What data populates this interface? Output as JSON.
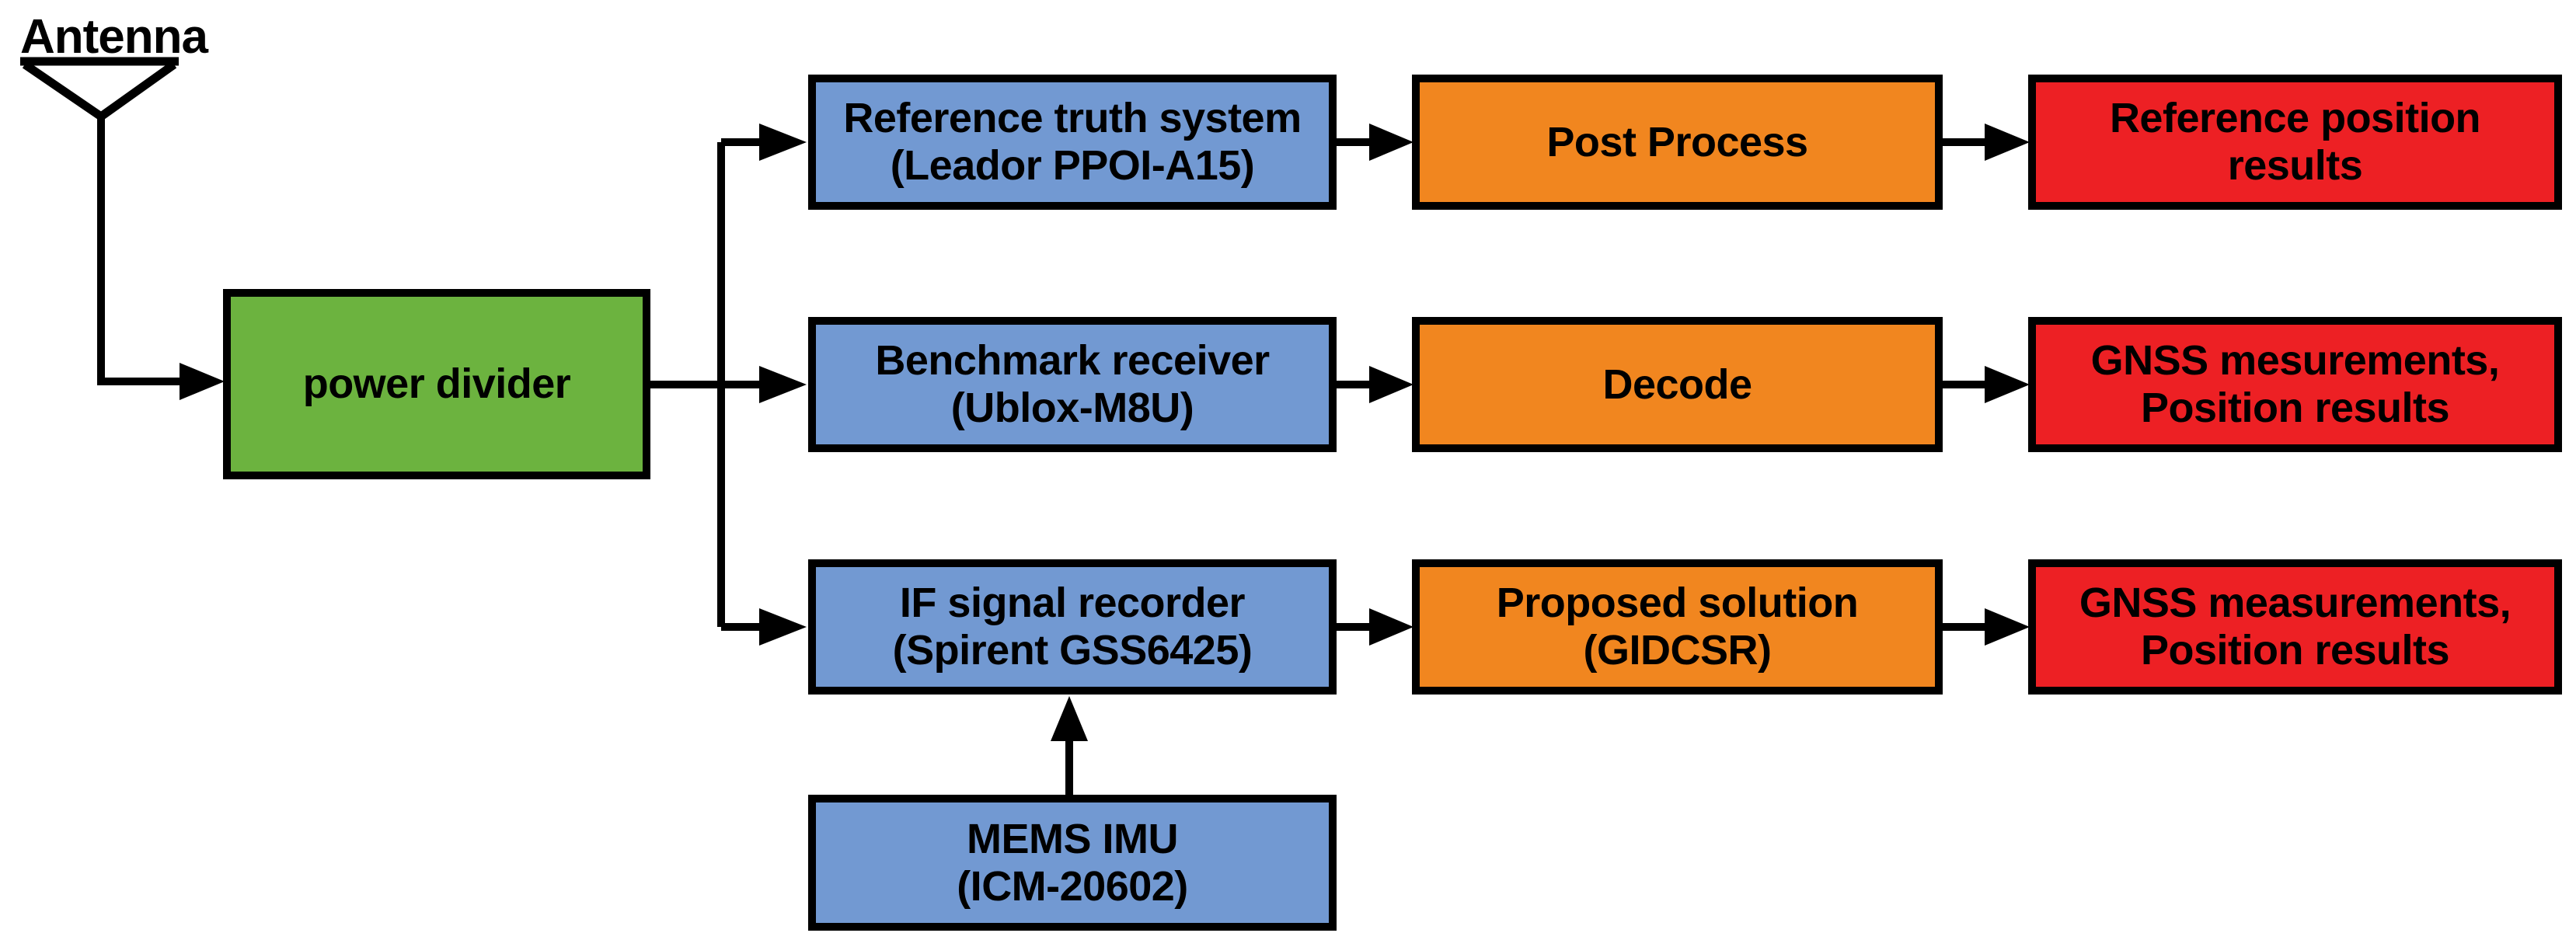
{
  "colors": {
    "green": "#6CB33F",
    "blue": "#7299D2",
    "orange": "#F1861F",
    "red": "#ED2024",
    "line": "#000000"
  },
  "antenna": {
    "label": "Antenna",
    "icon": "antenna-icon"
  },
  "power_divider": {
    "label": "power divider"
  },
  "rows": [
    {
      "device": {
        "line1": "Reference truth system",
        "line2": "(Leador PPOI-A15)"
      },
      "process": {
        "line1": "Post Process",
        "line2": ""
      },
      "output": {
        "line1": "Reference position",
        "line2": "results"
      }
    },
    {
      "device": {
        "line1": "Benchmark receiver",
        "line2": "(Ublox-M8U)"
      },
      "process": {
        "line1": "Decode",
        "line2": ""
      },
      "output": {
        "line1": "GNSS mesurements,",
        "line2": "Position results"
      }
    },
    {
      "device": {
        "line1": "IF signal recorder",
        "line2": "(Spirent GSS6425)"
      },
      "process": {
        "line1": "Proposed solution",
        "line2": "(GIDCSR)"
      },
      "output": {
        "line1": "GNSS measurements,",
        "line2": "Position results"
      }
    }
  ],
  "imu": {
    "line1": "MEMS IMU",
    "line2": "(ICM-20602)"
  }
}
